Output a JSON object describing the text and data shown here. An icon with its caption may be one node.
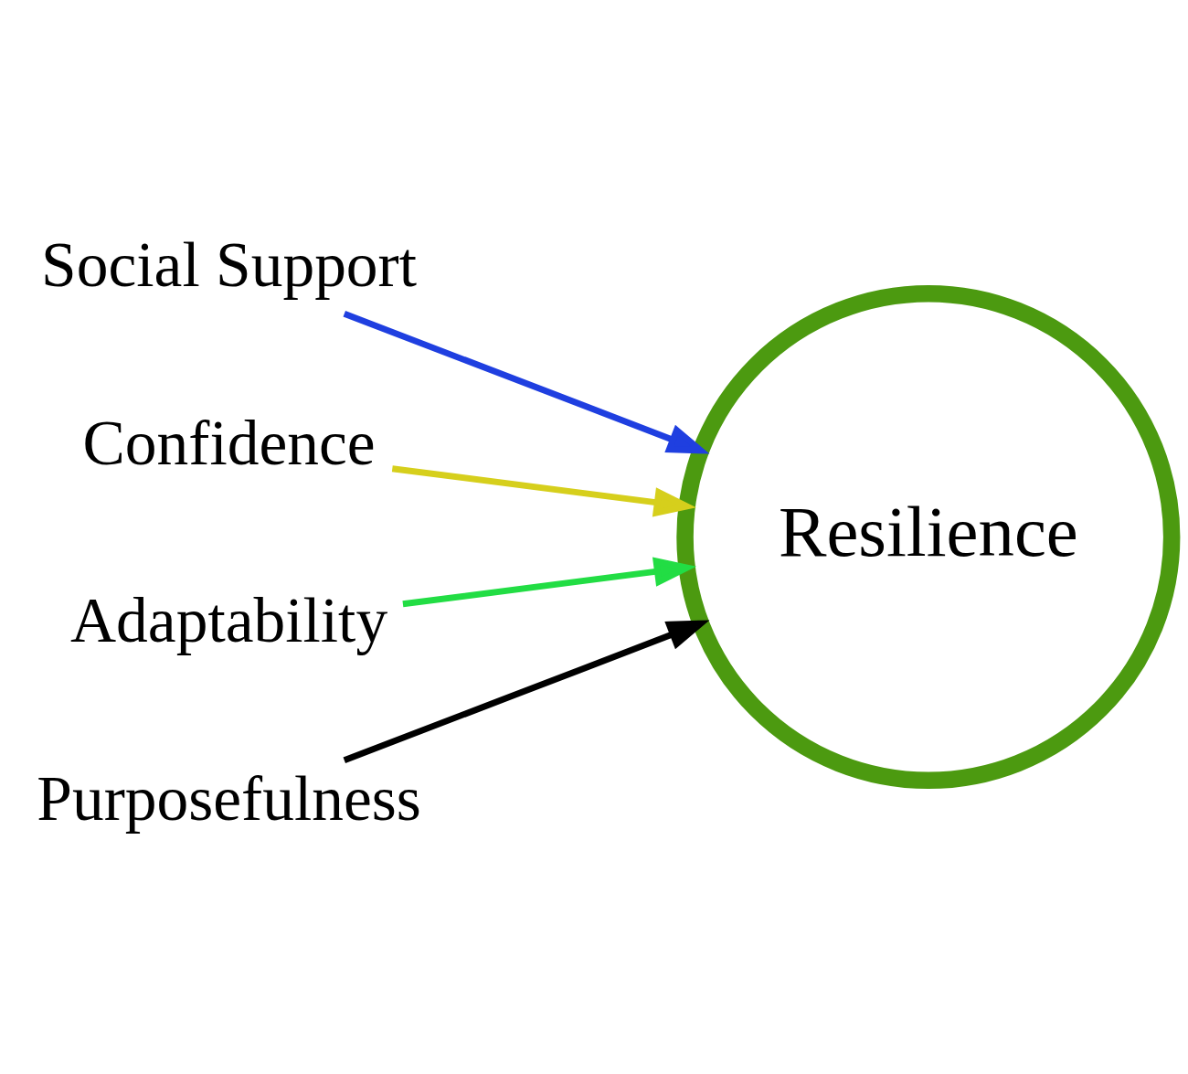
{
  "diagram": {
    "nodes": [
      {
        "text": [
          "Social Support"
        ]
      },
      {
        "text": [
          "Confidence"
        ]
      },
      {
        "text": [
          "Adaptability"
        ]
      },
      {
        "text": [
          "Purposefulness"
        ]
      },
      {
        "text": [
          "Resilience"
        ]
      }
    ],
    "edges": [
      {
        "from": 0,
        "to": 4,
        "arrow": "to",
        "color": "#1f3fe0"
      },
      {
        "from": 1,
        "to": 4,
        "arrow": "to",
        "color": "#d6cf1c"
      },
      {
        "from": 2,
        "to": 4,
        "arrow": "to",
        "color": "#22dd44"
      },
      {
        "from": 3,
        "to": 4,
        "arrow": "to",
        "color": "#000000"
      }
    ]
  }
}
